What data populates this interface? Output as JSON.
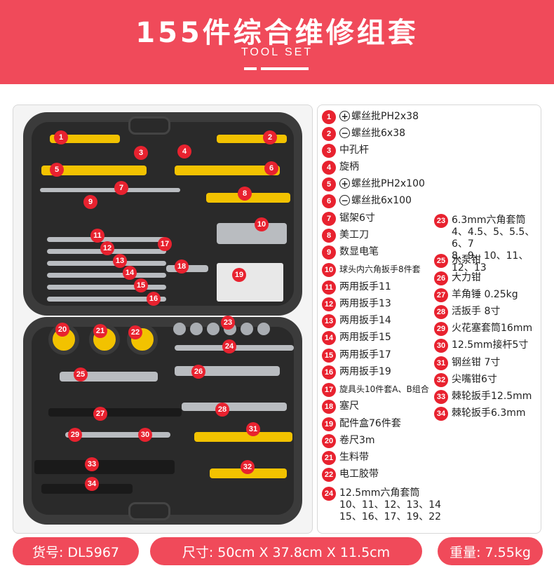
{
  "header": {
    "title": "155件综合维修组套",
    "subtitle": "TOOL SET"
  },
  "legend": {
    "items": [
      {
        "n": "1",
        "symbol": "+",
        "text": "螺丝批PH2x38"
      },
      {
        "n": "2",
        "symbol": "−",
        "text": "螺丝批6x38"
      },
      {
        "n": "3",
        "symbol": "",
        "text": "中孔杆"
      },
      {
        "n": "4",
        "symbol": "",
        "text": "旋柄"
      },
      {
        "n": "5",
        "symbol": "+",
        "text": "螺丝批PH2x100"
      },
      {
        "n": "6",
        "symbol": "−",
        "text": "螺丝批6x100"
      },
      {
        "n": "7",
        "symbol": "",
        "text": "锯架6寸"
      },
      {
        "n": "8",
        "symbol": "",
        "text": "美工刀"
      },
      {
        "n": "9",
        "symbol": "",
        "text": "数显电笔"
      },
      {
        "n": "10",
        "symbol": "",
        "text": "球头内六角扳手8件套"
      },
      {
        "n": "11",
        "symbol": "",
        "text": "两用扳手11"
      },
      {
        "n": "12",
        "symbol": "",
        "text": "两用扳手13"
      },
      {
        "n": "13",
        "symbol": "",
        "text": "两用扳手14"
      },
      {
        "n": "14",
        "symbol": "",
        "text": "两用扳手15"
      },
      {
        "n": "15",
        "symbol": "",
        "text": "两用扳手17"
      },
      {
        "n": "16",
        "symbol": "",
        "text": "两用扳手19"
      },
      {
        "n": "17",
        "symbol": "",
        "text": "旋具头10件套A、B组合"
      },
      {
        "n": "18",
        "symbol": "",
        "text": "塞尺"
      },
      {
        "n": "19",
        "symbol": "",
        "text": "配件盒76件套"
      },
      {
        "n": "20",
        "symbol": "",
        "text": "卷尺3m"
      },
      {
        "n": "21",
        "symbol": "",
        "text": "生料带"
      },
      {
        "n": "22",
        "symbol": "",
        "text": "电工胶带"
      },
      {
        "n": "24",
        "symbol": "",
        "text": "12.5mm六角套筒\n10、11、12、13、14\n15、16、17、19、22"
      },
      {
        "n": "23",
        "symbol": "",
        "text": "6.3mm六角套筒\n4、4.5、5、5.5、6、7\n8、9、10、11、12、13"
      },
      {
        "n": "25",
        "symbol": "",
        "text": "水泵钳"
      },
      {
        "n": "26",
        "symbol": "",
        "text": "大力钳"
      },
      {
        "n": "27",
        "symbol": "",
        "text": "羊角锤 0.25kg"
      },
      {
        "n": "28",
        "symbol": "",
        "text": "活扳手 8寸"
      },
      {
        "n": "29",
        "symbol": "",
        "text": "火花塞套筒16mm"
      },
      {
        "n": "30",
        "symbol": "",
        "text": "12.5mm接杆5寸"
      },
      {
        "n": "31",
        "symbol": "",
        "text": "钢丝钳 7寸"
      },
      {
        "n": "32",
        "symbol": "",
        "text": "尖嘴钳6寸"
      },
      {
        "n": "33",
        "symbol": "",
        "text": "棘轮扳手12.5mm"
      },
      {
        "n": "34",
        "symbol": "",
        "text": "棘轮扳手6.3mm"
      }
    ]
  },
  "photo_badges": [
    "1",
    "2",
    "3",
    "4",
    "5",
    "6",
    "7",
    "8",
    "9",
    "10",
    "11",
    "12",
    "13",
    "14",
    "15",
    "16",
    "17",
    "18",
    "19",
    "20",
    "21",
    "22",
    "23",
    "24",
    "25",
    "26",
    "27",
    "28",
    "29",
    "30",
    "31",
    "32",
    "33",
    "34"
  ],
  "footer": {
    "code": "货号: DL5967",
    "size": "尺寸: 50cm X 37.8cm X 11.5cm",
    "weight": "重量: 7.55kg"
  },
  "colors": {
    "accent": "#f04a5a",
    "badge": "#e8222f",
    "case": "#3b3b3b",
    "tool_yellow": "#f2c200"
  }
}
